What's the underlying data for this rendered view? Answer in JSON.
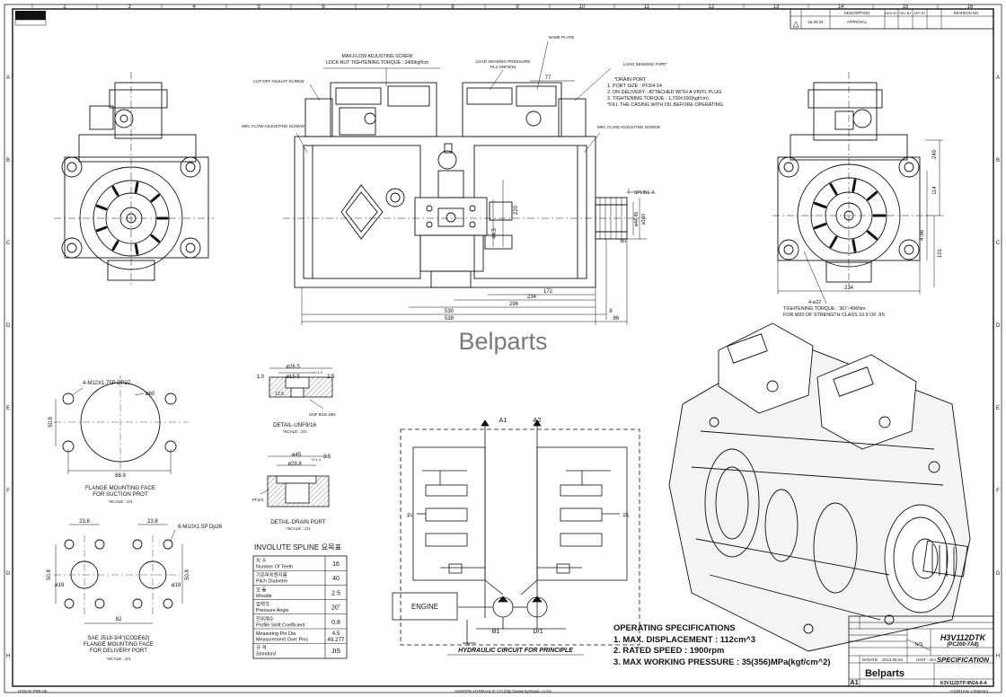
{
  "watermark": "Belparts",
  "revision_block": {
    "labels": [
      "DESCRIPTION",
      "APPROVAL",
      "DWG BY",
      "REV BY",
      "APP BY",
      "REVISION NO."
    ],
    "date": "15.05.04"
  },
  "front_view": {
    "notes": {
      "max_flow": "MAX.FLOW ADJUSTING SCREW",
      "lock_nut": "LOCK-NUT TIGHTENING TORQUE : 2400kgf/cm",
      "load_sensing_pressure": "LOAD SENSING PRESSURE",
      "pl": "PL1-UNF9/16",
      "name_plate": "NAME PLATE",
      "load_sensing_port": "LOAD SENSING PORT",
      "cutoff": "CUT-OFF ADJUST SCREW",
      "min_flow_left": "MIN. FLOW ADJUSTING SCREW",
      "min_flow_right": "MIN. FLOW ADJUSTING SCREW",
      "drain_port": "*DRAIN PORT",
      "drain_1": "1. PORT SIZE : PF3/4-14",
      "drain_2": "2. ON DELIVERY : ATTACHED WITH A VINYL PLUG",
      "drain_3": "3. TIGHTENING TORQUE : 1,700±100(kgf/cm)",
      "drain_4": "*FILL THE CASING WITH OIL BEFORE OPERATING",
      "spline": "SPLINE-A"
    },
    "dims": [
      "77",
      "172",
      "234",
      "296",
      "530",
      "538",
      "8",
      "86",
      "220",
      "44.5",
      "60",
      "ø44.45",
      "ø160"
    ]
  },
  "side_view": {
    "dims": [
      "249",
      "114",
      "4-56",
      "101",
      "234"
    ],
    "tightening": "4-ø22",
    "tightening_1": "TIGHTENING TORQUE : 367~496Nm",
    "tightening_2": "FOR M20 OF STRENGTH CLASS 10.9 OF JIS"
  },
  "suction_flange": {
    "bolt_note": "4-M12X1.75P DP27",
    "dia": "ø60",
    "dim_v": "50.8",
    "dim_h": "88.9",
    "title_1": "FLANGE MOUNTING FACE",
    "title_2": "FOR SUCTION PROT",
    "scale": "*SCALE : 2/1"
  },
  "delivery_flange": {
    "bolt_note": "8-M10X1.5P Dp26",
    "d1": "23.8",
    "d2": "23.8",
    "dim_v1": "50.8",
    "dim_v2": "50.8",
    "dia1": "ø19",
    "dia2": "ø19",
    "dim_h": "62",
    "title_1": "SAE J518-3/4\"(CODE62)",
    "title_2": "FLANGE MOUNTING FACE",
    "title_3": "FOR DELIVERY PORT",
    "scale": "*SCALE : 2/1"
  },
  "detail_unf": {
    "d1": "ø26.5",
    "d2": "ø15.5",
    "tol": "+0.1 0",
    "d3": "2.5",
    "d4": "1.0",
    "d5": "12.5",
    "thread": "UNF 9/16-18N",
    "title": "DETAIL-UNF9/16",
    "scale": "*SCALE : 2/1"
  },
  "detail_drain": {
    "d1": "ø45",
    "d2": "ø29.8",
    "tol": "+0.1 0",
    "d3": "3.5",
    "thread": "PF3/4",
    "title": "DETAIL-DRAIN PORT",
    "scale": "*SCALE : 2/1"
  },
  "spline_table": {
    "title": "INVOLUTE SPLINE 요목표",
    "rows": [
      {
        "ko": "치 수",
        "en": "Number Of Teeth",
        "value": "16"
      },
      {
        "ko": "기준피치원지름",
        "en": "Pitch Diameter",
        "value": "40"
      },
      {
        "ko": "모 듈",
        "en": "Moudle",
        "value": "2.5"
      },
      {
        "ko": "압력각",
        "en": "Pressure Angle",
        "value": "20˚"
      },
      {
        "ko": "전위계수",
        "en": "Profile Shift Coefficient",
        "value": "0.8"
      },
      {
        "ko": "Measuring Pin Dia",
        "en": "Measurement Over Pins",
        "value": "4.5\n49.277"
      },
      {
        "ko": "규 격",
        "en": "Stondord",
        "value": "JIS"
      }
    ]
  },
  "hydraulic": {
    "a1": "A1",
    "a2": "A2",
    "b1": "B1",
    "dr1": "Dr1",
    "pi_left": "Pi",
    "pi_right": "Pi",
    "engine": "ENGINE",
    "caption": "HYDRAULIC CIRCUIT FOR PRINCIPLE"
  },
  "operating_specs": {
    "title": "OPERATING SPECIFICATIONS",
    "lines": [
      "1. MAX. DISPLACEMENT : 112cm^3",
      "2. RATED SPEED : 1900rpm",
      "3. MAX WORKING PRESSURE : 35(356)MPa(kgf/cm^2)"
    ]
  },
  "title_block": {
    "model": "H3V112DTK",
    "sub_model": "(PC200-7A8)",
    "part_name": "SPECIFICATION",
    "date_label": "M-DATE",
    "date": "2013.05.04",
    "unit": "UNIT : mm",
    "size": "A1",
    "scale": "N/S",
    "brand": "Belparts",
    "drawing_no": "K3V112DTP-9N2A-8-A"
  },
  "footer": {
    "left": "HYB-02-PRE-05",
    "center": "HANOOK HYDRAULIC CO.(http://www.hydraulic.co.kr)",
    "right": "A1(841mm x 594mm)"
  },
  "grid": {
    "top_numbers": [
      "2",
      "3",
      "4",
      "5",
      "6",
      "7",
      "8",
      "9",
      "10",
      "11",
      "12",
      "13",
      "14",
      "15",
      "16"
    ],
    "side_letters": [
      "A",
      "B",
      "C",
      "D",
      "E",
      "F",
      "G",
      "H"
    ]
  }
}
